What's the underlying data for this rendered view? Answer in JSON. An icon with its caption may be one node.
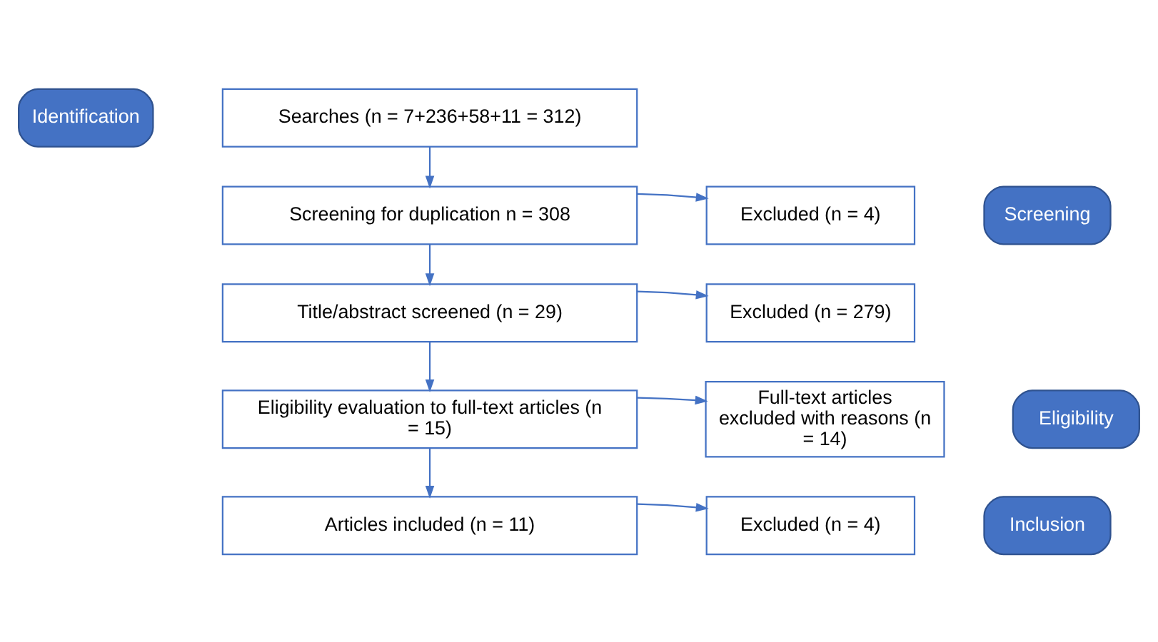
{
  "diagram": {
    "nodes": [
      {
        "text": [
          "Identification"
        ]
      },
      {
        "text": [
          "Searches (n = 7+236+58+11 = 312)"
        ]
      },
      {
        "text": [
          "Screening"
        ]
      },
      {
        "text": [
          "Screening for duplication n = 308"
        ]
      },
      {
        "text": [
          "Excluded (n = 4)"
        ]
      },
      {
        "text": [
          "Title/abstract screened (n = 29)"
        ]
      },
      {
        "text": [
          "Excluded (n = 279)"
        ]
      },
      {
        "text": [
          "Eligibility"
        ]
      },
      {
        "text": [
          "Eligibility evaluation to full-text articles (n = 15)"
        ]
      },
      {
        "text": [
          "Full-text articles excluded with reasons (n = 14)"
        ]
      },
      {
        "text": [
          "Inclusion"
        ]
      },
      {
        "text": [
          "Articles included (n = 11)"
        ]
      },
      {
        "text": [
          "Excluded (n = 4)"
        ]
      }
    ],
    "edges": [
      {
        "from": 1,
        "to": 3,
        "arrow": "to"
      },
      {
        "from": 3,
        "to": 4,
        "arrow": "to"
      },
      {
        "from": 3,
        "to": 5,
        "arrow": "to"
      },
      {
        "from": 5,
        "to": 6,
        "arrow": "to"
      },
      {
        "from": 5,
        "to": 8,
        "arrow": "to"
      },
      {
        "from": 8,
        "to": 9,
        "arrow": "to"
      },
      {
        "from": 8,
        "to": 11,
        "arrow": "to"
      },
      {
        "from": 11,
        "to": 12,
        "arrow": "to"
      }
    ]
  }
}
